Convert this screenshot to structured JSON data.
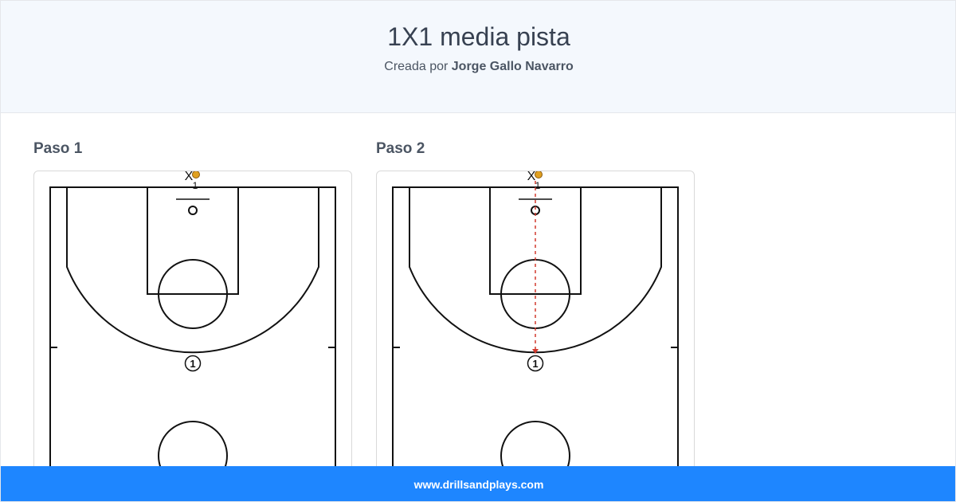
{
  "header": {
    "title": "1X1 media pista",
    "created_by_prefix": "Creada por",
    "author": "Jorge Gallo Navarro"
  },
  "steps": [
    {
      "label": "Paso 1",
      "defender_label": "X",
      "defender_number": "1",
      "attacker_number": "1",
      "has_pass": false
    },
    {
      "label": "Paso 2",
      "defender_label": "X",
      "defender_number": "1",
      "attacker_number": "1",
      "has_pass": true
    }
  ],
  "colors": {
    "ball": "#e0a020",
    "pass_line": "#d23a2f",
    "footer_bg": "#1e86ff"
  },
  "footer": {
    "site": "www.drillsandplays.com"
  }
}
